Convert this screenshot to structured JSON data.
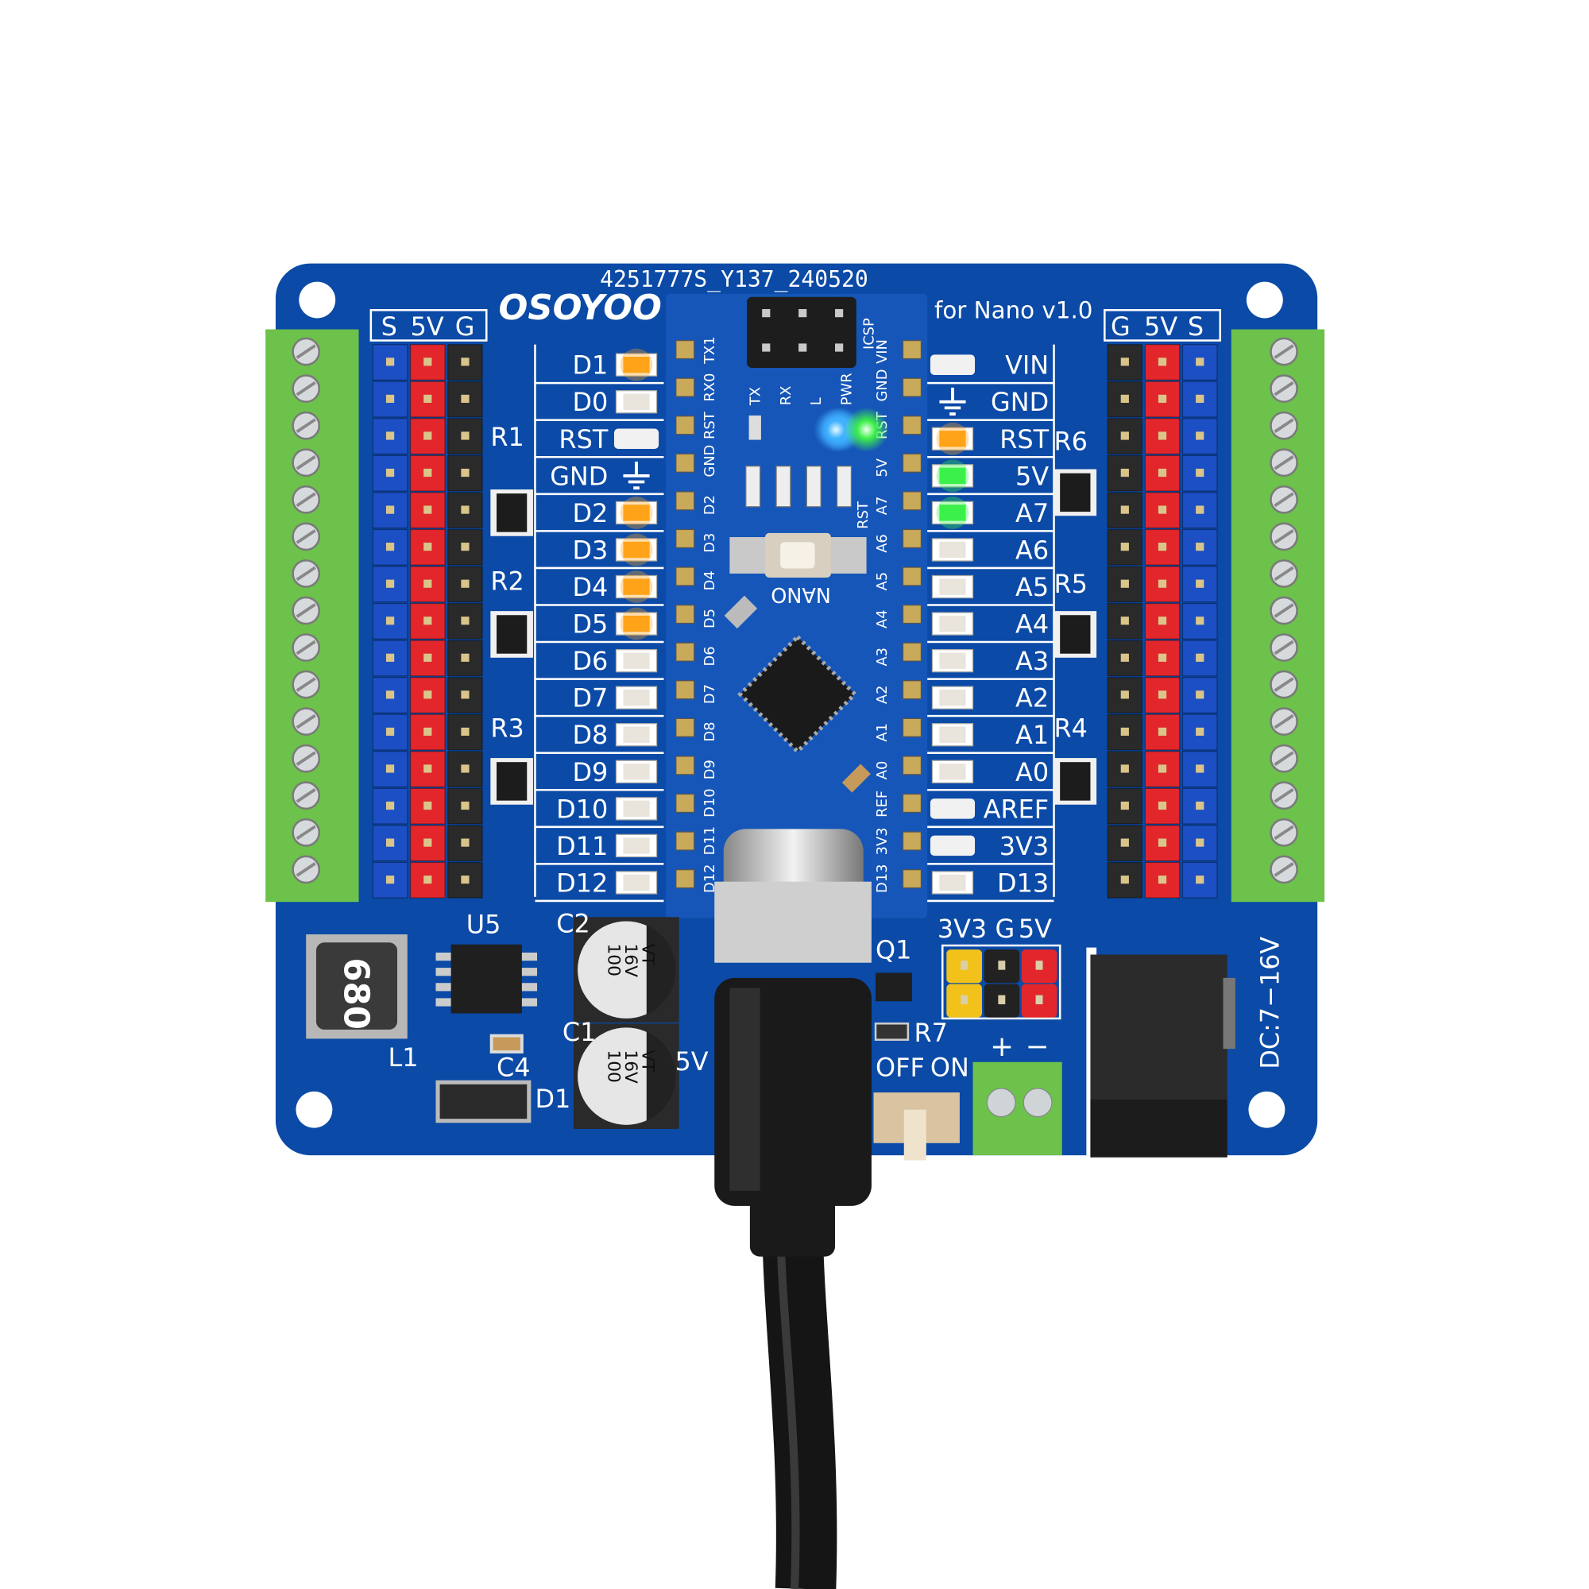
{
  "colors": {
    "board": "#0b4aa6",
    "nano": "#1656b8",
    "terminal": "#6cc24a",
    "header_blue": "#1d4fc4",
    "header_red": "#e2262b",
    "header_black": "#2a2a2a",
    "led_orange": "#ffa31a",
    "led_green": "#3df04a",
    "led_blue": "#3fb0ff",
    "silk": "#ffffff"
  },
  "board": {
    "serial": "4251777S_Y137_240520",
    "brand": "OSOYOO",
    "model": "for Nano v1.0",
    "left_header_labels": [
      "S",
      "5V",
      "G"
    ],
    "right_header_labels": [
      "G",
      "5V",
      "S"
    ],
    "resistor_labels": [
      "R1",
      "R2",
      "R3",
      "R4",
      "R5",
      "R6"
    ],
    "left_pins": [
      {
        "label": "D1",
        "led": "orange"
      },
      {
        "label": "D0",
        "led": "off"
      },
      {
        "label": "RST",
        "led": "none"
      },
      {
        "label": "GND",
        "led": "ground"
      },
      {
        "label": "D2",
        "led": "orange"
      },
      {
        "label": "D3",
        "led": "orange"
      },
      {
        "label": "D4",
        "led": "orange"
      },
      {
        "label": "D5",
        "led": "orange"
      },
      {
        "label": "D6",
        "led": "off"
      },
      {
        "label": "D7",
        "led": "off"
      },
      {
        "label": "D8",
        "led": "off"
      },
      {
        "label": "D9",
        "led": "off"
      },
      {
        "label": "D10",
        "led": "off"
      },
      {
        "label": "D11",
        "led": "off"
      },
      {
        "label": "D12",
        "led": "off"
      }
    ],
    "right_pins": [
      {
        "label": "VIN",
        "led": "none"
      },
      {
        "label": "GND",
        "led": "ground"
      },
      {
        "label": "RST",
        "led": "orange"
      },
      {
        "label": "5V",
        "led": "green"
      },
      {
        "label": "A7",
        "led": "green"
      },
      {
        "label": "A6",
        "led": "off"
      },
      {
        "label": "A5",
        "led": "off"
      },
      {
        "label": "A4",
        "led": "off"
      },
      {
        "label": "A3",
        "led": "off"
      },
      {
        "label": "A2",
        "led": "off"
      },
      {
        "label": "A1",
        "led": "off"
      },
      {
        "label": "A0",
        "led": "off"
      },
      {
        "label": "AREF",
        "led": "none"
      },
      {
        "label": "3V3",
        "led": "none"
      },
      {
        "label": "D13",
        "led": "off"
      }
    ],
    "bottom": {
      "inductor_value": "680",
      "inductor_label": "L1",
      "regulator_label": "U5",
      "cap_labels": [
        "C2",
        "C1"
      ],
      "cap_marking": [
        "100",
        "16V",
        "VT"
      ],
      "c4_label": "C4",
      "diode_label": "D1",
      "q1_label": "Q1",
      "r7_label": "R7",
      "switch_off": "OFF",
      "switch_on": "ON",
      "fivev_label": "5V",
      "power_header_labels": [
        "3V3",
        "G",
        "5V"
      ],
      "terminal_plus": "+",
      "terminal_minus": "−",
      "dc_label": "DC:7−16V"
    }
  },
  "nano": {
    "icsp_label": "ICSP",
    "name": "NANO",
    "reset_label": "RST",
    "left_pins": [
      "TX1",
      "RX0",
      "RST",
      "GND",
      "D2",
      "D3",
      "D4",
      "D5",
      "D6",
      "D7",
      "D8",
      "D9",
      "D10",
      "D11",
      "D12"
    ],
    "right_pins": [
      "VIN",
      "GND",
      "RST",
      "5V",
      "A7",
      "A6",
      "A5",
      "A4",
      "A3",
      "A2",
      "A1",
      "A0",
      "REF",
      "3V3",
      "D13"
    ],
    "status_leds": [
      {
        "label": "TX",
        "color": "off"
      },
      {
        "label": "RX",
        "color": "blue"
      },
      {
        "label": "L",
        "color": "blue"
      },
      {
        "label": "PWR",
        "color": "green"
      }
    ]
  }
}
